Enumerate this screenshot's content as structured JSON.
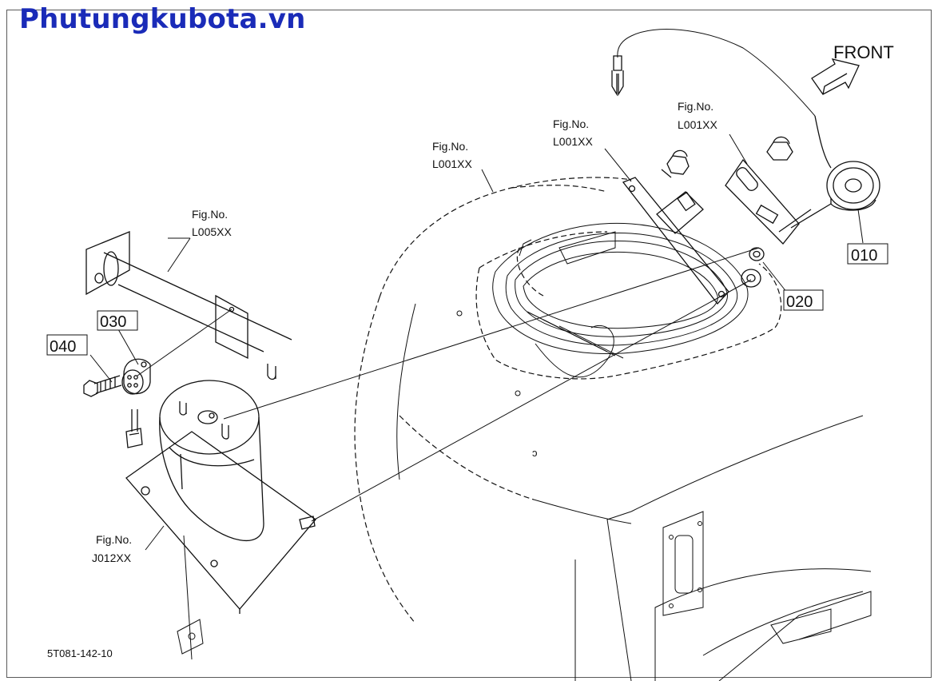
{
  "site": {
    "title": "Phutungkubota.vn"
  },
  "orientation": {
    "label": "FRONT"
  },
  "figure_refs": [
    {
      "id": "ref-l005",
      "line1": "Fig.No.",
      "line2": "L005XX"
    },
    {
      "id": "ref-l001-a",
      "line1": "Fig.No.",
      "line2": "L001XX"
    },
    {
      "id": "ref-l001-b",
      "line1": "Fig.No.",
      "line2": "L001XX"
    },
    {
      "id": "ref-l001-c",
      "line1": "Fig.No.",
      "line2": "L001XX"
    },
    {
      "id": "ref-j012",
      "line1": "Fig.No.",
      "line2": "J012XX"
    }
  ],
  "parts": [
    {
      "id": "part-010",
      "label": "010"
    },
    {
      "id": "part-020",
      "label": "020"
    },
    {
      "id": "part-030",
      "label": "030"
    },
    {
      "id": "part-040",
      "label": "040"
    }
  ],
  "drawing_code": "5T081-142-10"
}
